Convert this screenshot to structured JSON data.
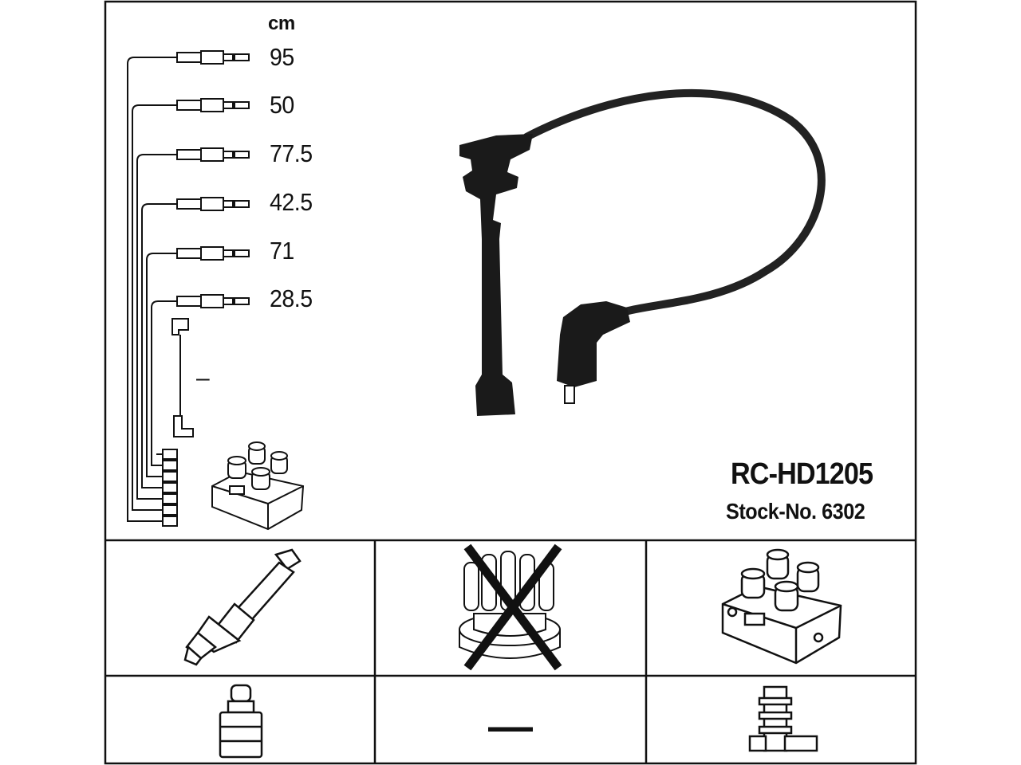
{
  "unit_label": "cm",
  "wire_lengths": [
    "95",
    "50",
    "77.5",
    "42.5",
    "71",
    "28.5"
  ],
  "extra_wire_label": "–",
  "product": {
    "code": "RC-HD1205",
    "stock_number": "Stock-No. 6302"
  },
  "compatibility": {
    "top_row": [
      "spark-plug-icon",
      "distributor-cap-icon",
      "ignition-coil-icon"
    ],
    "distributor_cap_excluded": true,
    "bottom_row_middle_label": "—"
  },
  "colors": {
    "line": "#111111",
    "background": "#ffffff"
  }
}
